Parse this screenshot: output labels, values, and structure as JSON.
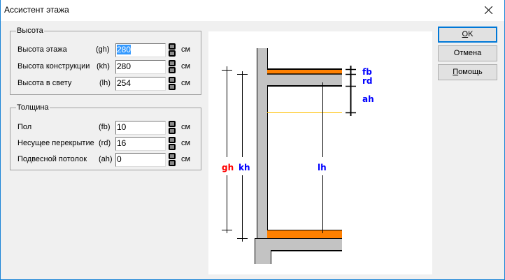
{
  "window": {
    "title": "Ассистент этажа",
    "close_icon": "close-icon"
  },
  "height_group": {
    "legend": "Высота",
    "rows": [
      {
        "label": "Высота этажа",
        "code": "(gh)",
        "value": "280",
        "unit": "см",
        "selected": true
      },
      {
        "label": "Высота конструкции",
        "code": "(kh)",
        "value": "280",
        "unit": "см"
      },
      {
        "label": "Высота в свету",
        "code": "(lh)",
        "value": "254",
        "unit": "см"
      }
    ]
  },
  "thickness_group": {
    "legend": "Толщина",
    "rows": [
      {
        "label": "Пол",
        "code": "(fb)",
        "value": "10",
        "unit": "см"
      },
      {
        "label": "Несущее перекрытие",
        "code": "(rd)",
        "value": "16",
        "unit": "см"
      },
      {
        "label": "Подвесной потолок",
        "code": "(ah)",
        "value": "0",
        "unit": "см"
      }
    ]
  },
  "buttons": {
    "ok": {
      "mnemonic": "O",
      "rest": "K"
    },
    "cancel": "Отмена",
    "help": {
      "mnemonic": "П",
      "rest": "омощь"
    }
  },
  "diagram": {
    "labels": {
      "gh": "gh",
      "kh": "kh",
      "lh": "lh",
      "fb": "fb",
      "rd": "rd",
      "ah": "ah"
    },
    "colors": {
      "floor": "#ff8000",
      "concrete": "#c3c3c3",
      "ceiling": "#ffc000",
      "label_blue": "#0000ff",
      "label_red": "#ff0000"
    }
  }
}
